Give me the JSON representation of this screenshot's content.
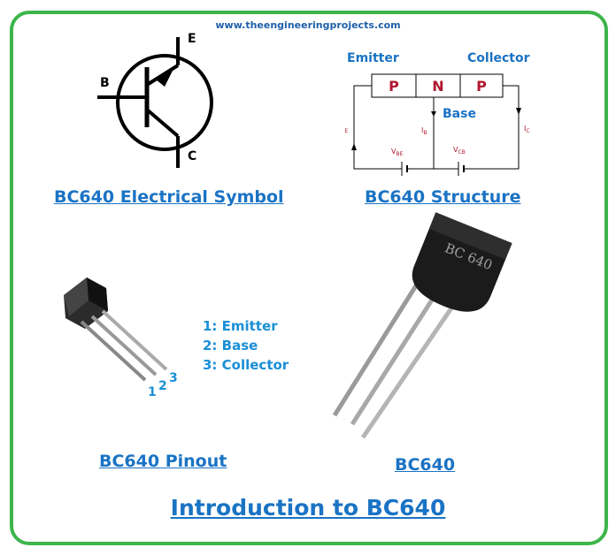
{
  "site_url": "www.theengineeringprojects.com",
  "symbol": {
    "label_e": "E",
    "label_b": "B",
    "label_c": "C",
    "caption": "BC640 Electrical Symbol"
  },
  "structure": {
    "emitter_label": "Emitter",
    "collector_label": "Collector",
    "base_label": "Base",
    "cells": [
      "P",
      "N",
      "P"
    ],
    "ie": "I",
    "ie_sub": "E",
    "ib": "I",
    "ib_sub": "B",
    "ic": "I",
    "ic_sub": "C",
    "vbe": "V",
    "vbe_sub": "BE",
    "vcb": "V",
    "vcb_sub": "CB",
    "caption": "BC640 Structure"
  },
  "pinout": {
    "pins": [
      "1: Emitter",
      "2: Base",
      "3: Collector"
    ],
    "num_1": "1",
    "num_2": "2",
    "num_3": "3",
    "caption": "BC640 Pinout"
  },
  "photo": {
    "marking": "BC 640",
    "caption": "BC640"
  },
  "title": "Introduction to BC640",
  "colors": {
    "frame": "#3cb54a",
    "caption_blue": "#1a73c4",
    "cell_red": "#b0172f"
  }
}
